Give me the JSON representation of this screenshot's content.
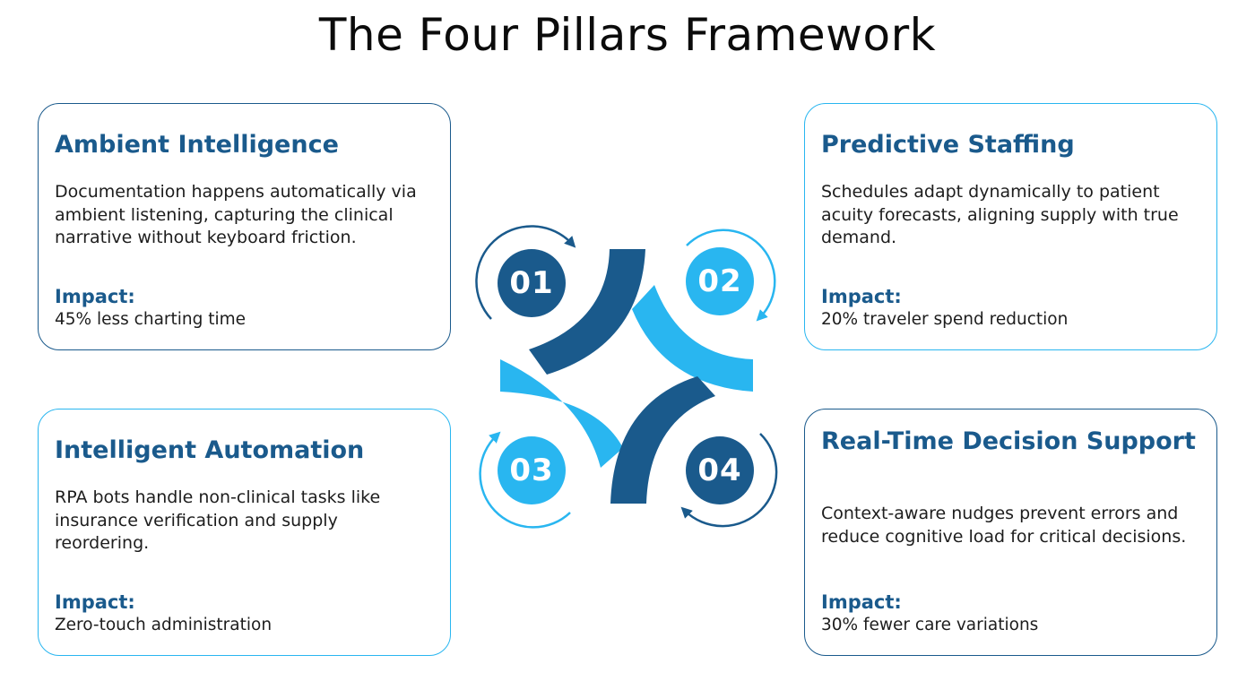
{
  "title": "The Four Pillars Framework",
  "colors": {
    "dark_blue": "#1a5a8c",
    "light_blue": "#29b6f0",
    "text": "#1d1d1d"
  },
  "pillars": [
    {
      "number": "01",
      "title": "Ambient Intelligence",
      "description": "Documentation happens automatically via ambient listening, capturing the clinical narrative without keyboard friction.",
      "impact_label": "Impact:",
      "impact_value": "45% less charting time"
    },
    {
      "number": "02",
      "title": "Predictive Staffing",
      "description": "Schedules adapt dynamically to patient acuity forecasts, aligning supply with true demand.",
      "impact_label": "Impact:",
      "impact_value": "20% traveler spend reduction"
    },
    {
      "number": "03",
      "title": "Intelligent Automation",
      "description": "RPA bots handle non-clinical tasks like insurance verification and supply reordering.",
      "impact_label": "Impact:",
      "impact_value": "Zero-touch administration"
    },
    {
      "number": "04",
      "title": "Real-Time Decision Support",
      "description": "Context-aware nudges prevent errors and reduce cognitive load for critical decisions.",
      "impact_label": "Impact:",
      "impact_value": "30% fewer care variations"
    }
  ]
}
